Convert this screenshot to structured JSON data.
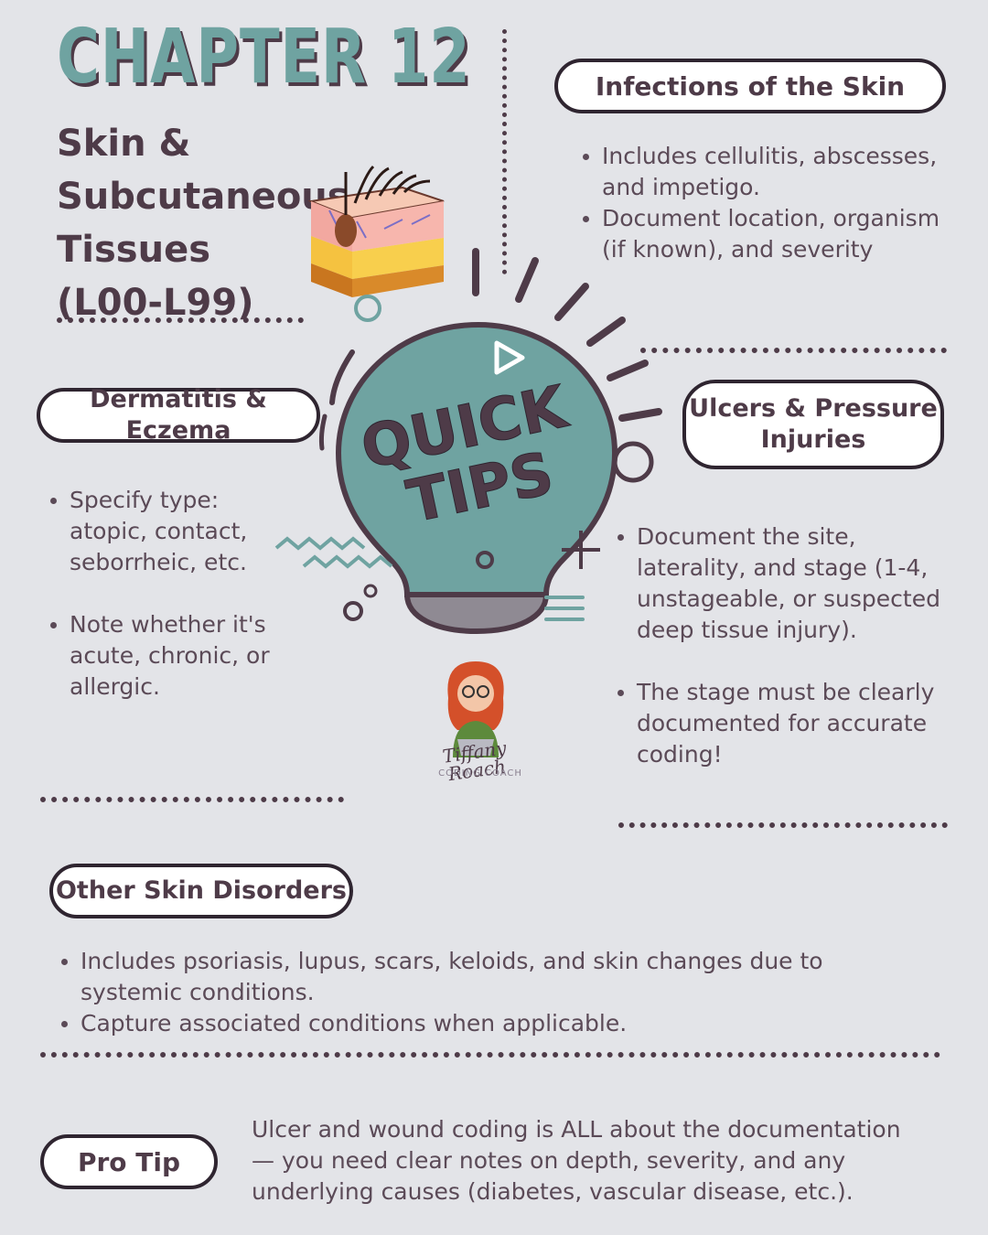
{
  "header": {
    "chapter": "CHAPTER 12",
    "subtitle_line1": "Skin & Subcutaneous",
    "subtitle_line2": "Tissues",
    "subtitle_line3": "(L00-L99)"
  },
  "center": {
    "bulb_line1": "QUICK",
    "bulb_line2": "TIPS",
    "signature_name": "Tiffany Roach",
    "signature_sub": "CODING COACH"
  },
  "sections": {
    "infections": {
      "title": "Infections of the Skin",
      "bullets": [
        "Includes cellulitis, abscesses, and impetigo.",
        "Document location, organism (if known), and severity"
      ]
    },
    "dermatitis": {
      "title": "Dermatitis & Eczema",
      "bullets": [
        "Specify type: atopic, contact, seborrheic, etc.",
        "Note whether it's acute, chronic, or allergic."
      ]
    },
    "ulcers": {
      "title_line1": "Ulcers & Pressure",
      "title_line2": "Injuries",
      "bullets": [
        "Document the site, laterality, and stage (1-4, unstageable, or suspected deep tissue injury).",
        "The stage must be clearly documented for accurate coding!"
      ]
    },
    "other": {
      "title": "Other Skin Disorders",
      "bullets": [
        "Includes psoriasis, lupus, scars, keloids, and skin changes due to systemic conditions.",
        "Capture associated conditions when applicable."
      ]
    },
    "pro_tip": {
      "label": "Pro Tip",
      "text": "Ulcer and wound coding is ALL about the documentation — you need clear notes on depth, severity, and any underlying causes (diabetes, vascular disease, etc.)."
    }
  },
  "colors": {
    "teal": "#6fa3a1",
    "plum": "#4e3b48",
    "background": "#e3e4e8"
  },
  "icons": [
    "skin-layers-icon",
    "lightbulb-icon",
    "play-icon",
    "plus-sparkle-icon",
    "zigzag-icon",
    "avatar-icon"
  ]
}
